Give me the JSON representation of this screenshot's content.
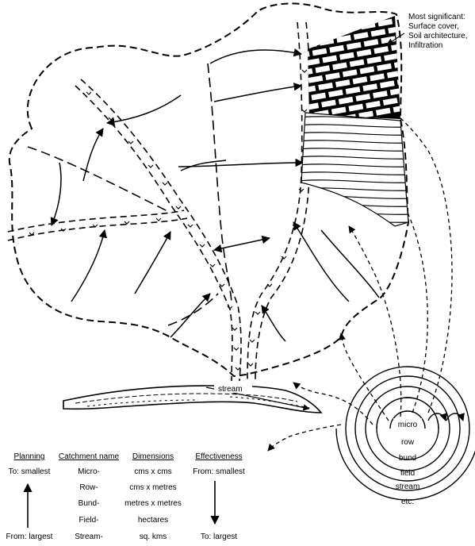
{
  "annotation": {
    "line1": "Most significant:",
    "line2": "Surface cover,",
    "line3": "Soil architecture,",
    "line4": "Infiltration"
  },
  "stream_label": "stream",
  "scale_rings": [
    "micro",
    "row",
    "bund",
    "field",
    "stream",
    "etc."
  ],
  "table": {
    "headers": [
      "Planning",
      "Catchment name",
      "Dimensions",
      "Effectiveness"
    ],
    "planning_top": "To: smallest",
    "planning_bottom": "From: largest",
    "catchment_names": [
      "Micro-",
      "Row-",
      "Bund-",
      "Field-",
      "Stream-"
    ],
    "dimensions": [
      "cms x cms",
      "cms x metres",
      "metres x metres",
      "hectares",
      "sq. kms"
    ],
    "effectiveness_top": "From: smallest",
    "effectiveness_bottom": "To: largest"
  }
}
